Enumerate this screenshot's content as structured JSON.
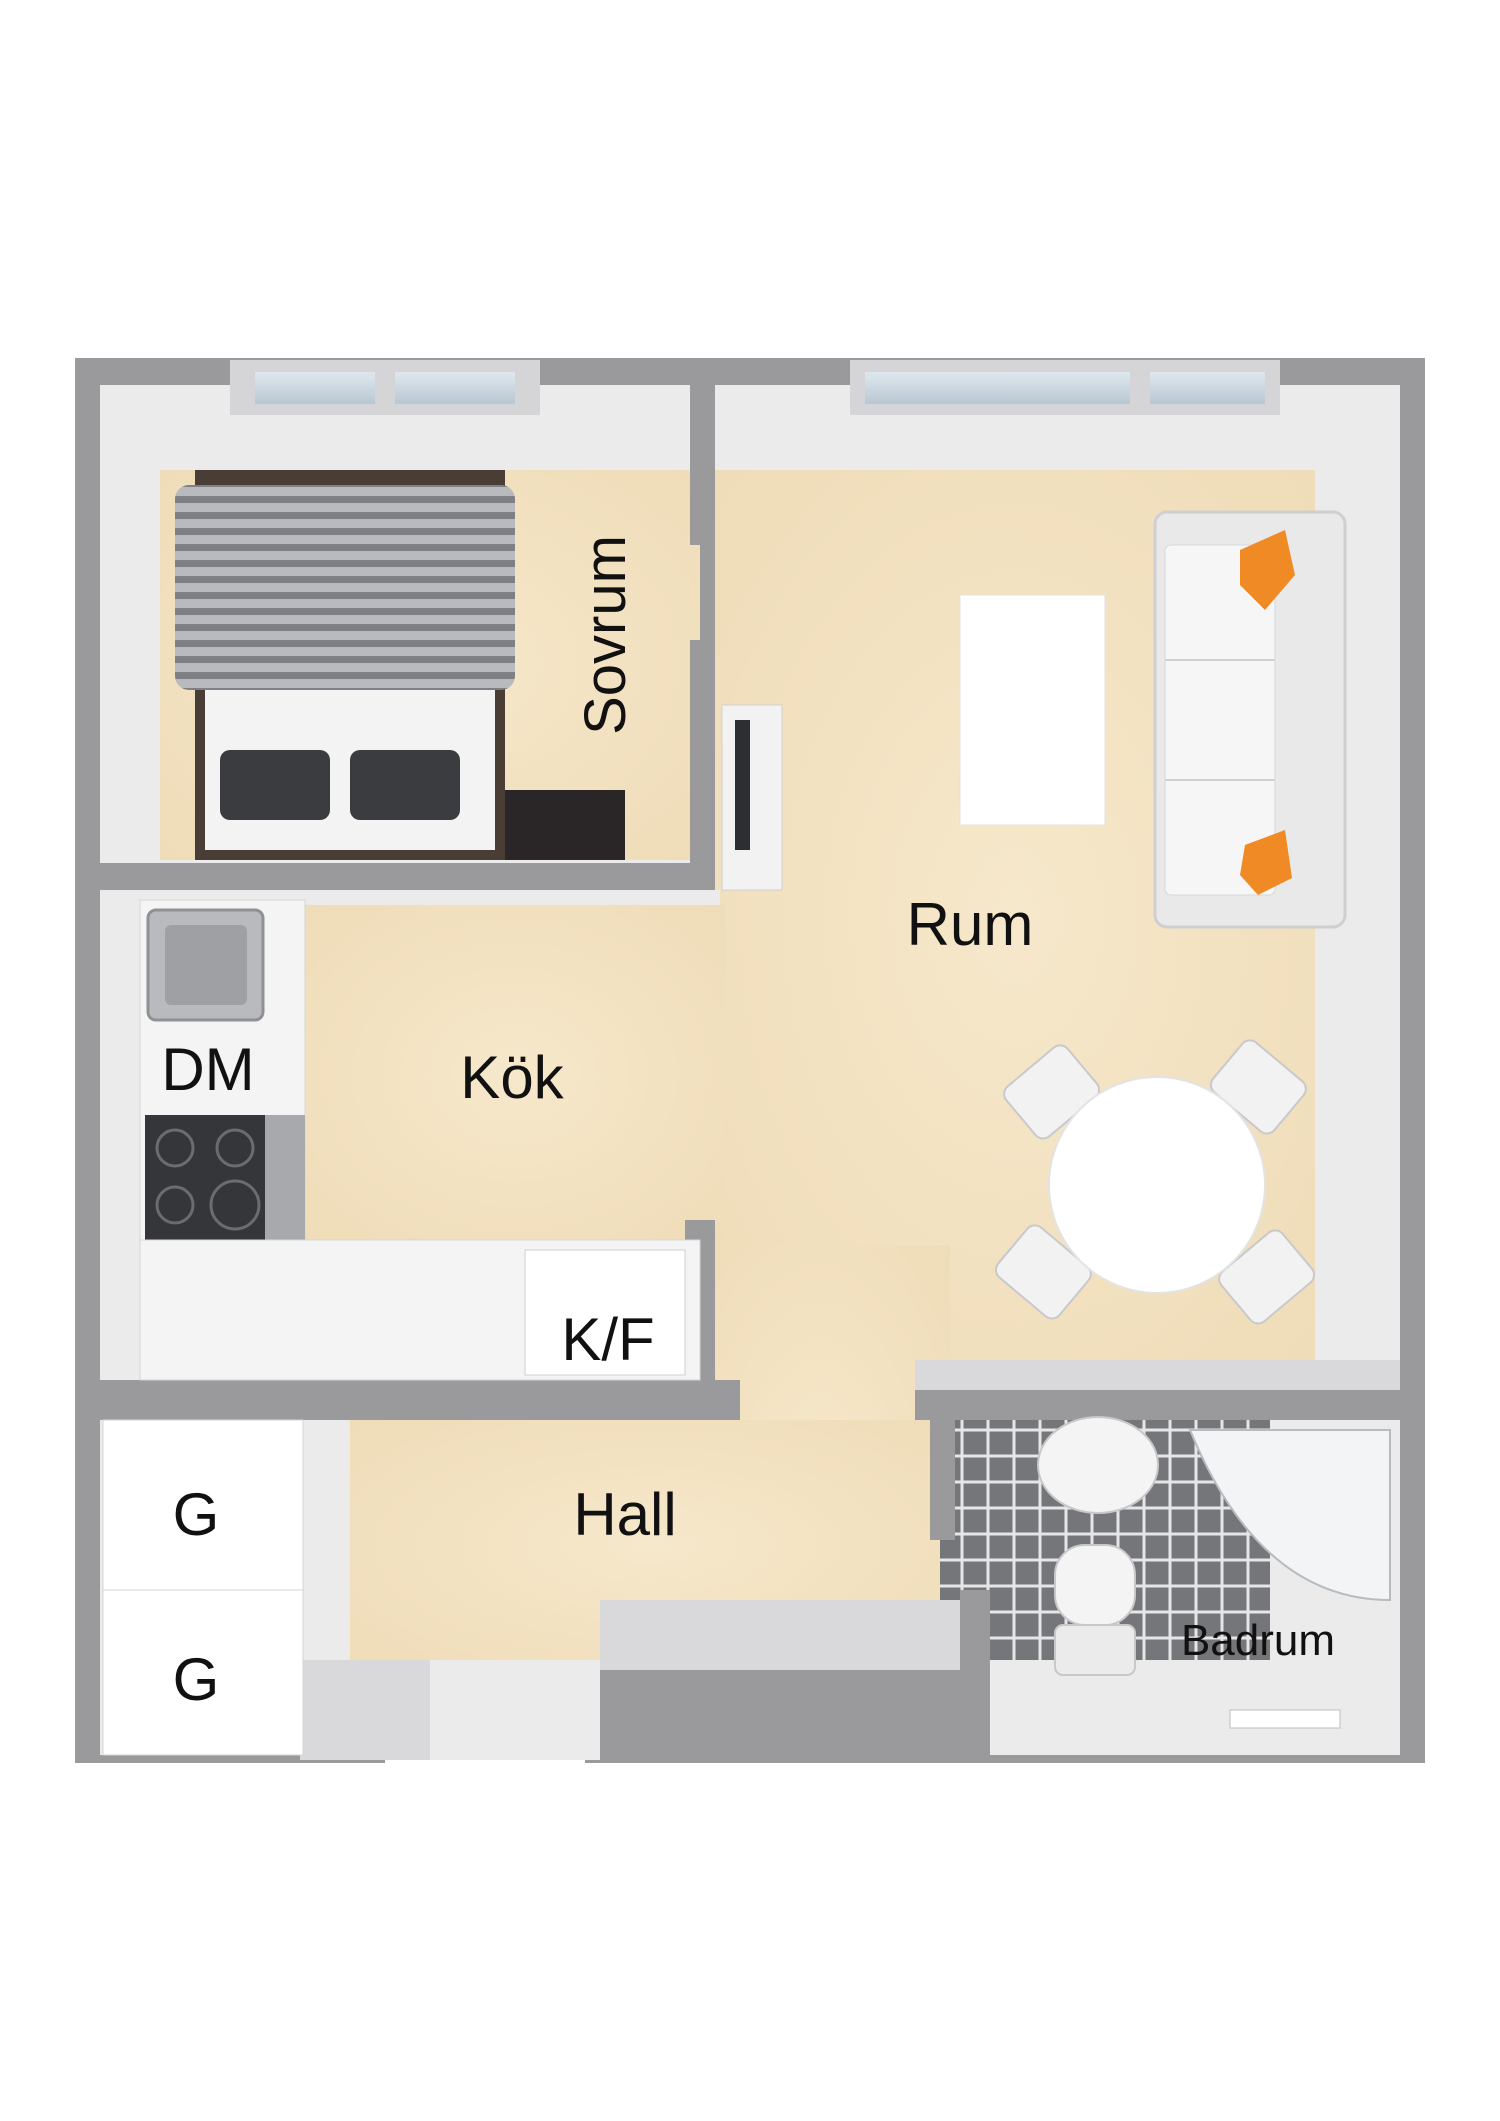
{
  "rooms": {
    "sovrum": "Sovrum",
    "rum": "Rum",
    "kok": "Kök",
    "hall": "Hall",
    "badrum": "Badrum"
  },
  "fixtures": {
    "dishwasher": "DM",
    "fridge_freezer": "K/F",
    "wardrobe_1": "G",
    "wardrobe_2": "G"
  },
  "colors": {
    "wall": "#9a9a9c",
    "wall_inner": "#ebebeb",
    "floor": "#f3e3c3",
    "tile": "#6e6f73",
    "cushion": "#f08a24",
    "bed_stripe": "#8a8b90"
  }
}
